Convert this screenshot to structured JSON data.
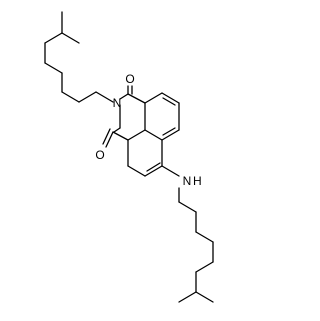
{
  "molecule": {
    "atoms": {
      "o1": "O",
      "n": "N",
      "o2": "O",
      "n2": "N",
      "h": "H"
    }
  },
  "colors": {
    "bond": "#000000",
    "label": "#000000",
    "background": "#ffffff"
  }
}
